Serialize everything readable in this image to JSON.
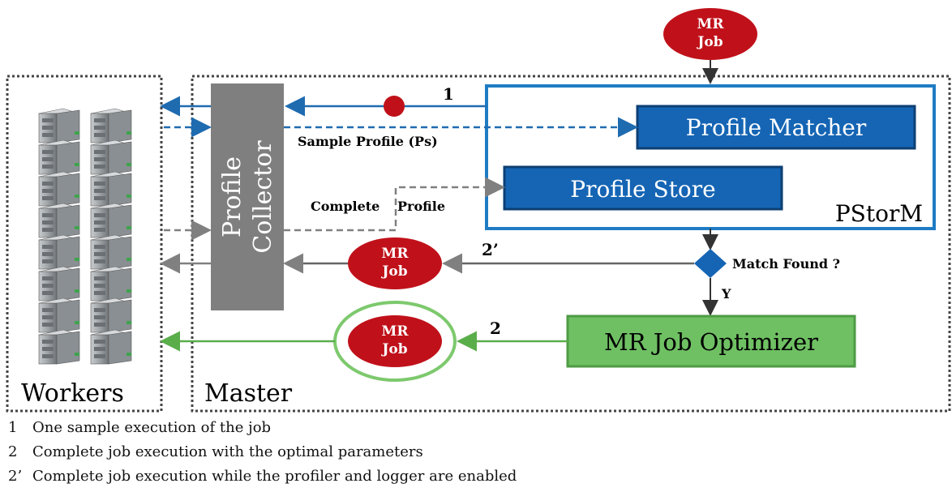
{
  "top_job": {
    "line1": "MR",
    "line2": "Job"
  },
  "workers_label": "Workers",
  "master_label": "Master",
  "profile_collector": {
    "line1": "Profile",
    "line2": "Collector"
  },
  "pstorm": {
    "label": "PStorM",
    "profile_matcher": "Profile Matcher",
    "profile_store": "Profile Store"
  },
  "edges": {
    "step1": "1",
    "step2": "2",
    "step2_prime": "2’",
    "sample_profile": "Sample Profile (Ps)",
    "complete_profile_a": "Complete",
    "complete_profile_b": "Profile",
    "match_found": "Match Found ?",
    "yes": "Y"
  },
  "mid_job": {
    "line1": "MR",
    "line2": "Job"
  },
  "opt_job": {
    "line1": "MR",
    "line2": "Job"
  },
  "optimizer": "MR Job Optimizer",
  "legend": [
    {
      "num": "1",
      "text": "One sample execution of the job"
    },
    {
      "num": "2",
      "text": "Complete job execution with the optimal parameters"
    },
    {
      "num": "2’",
      "text": "Complete job execution while the profiler and logger are enabled"
    }
  ],
  "colors": {
    "blue": "#1f6bb0",
    "dark_blue_box": "#1565b4",
    "red": "#c0111a",
    "green": "#5aae4a",
    "green_box": "#6fc063",
    "gray": "#808080"
  }
}
